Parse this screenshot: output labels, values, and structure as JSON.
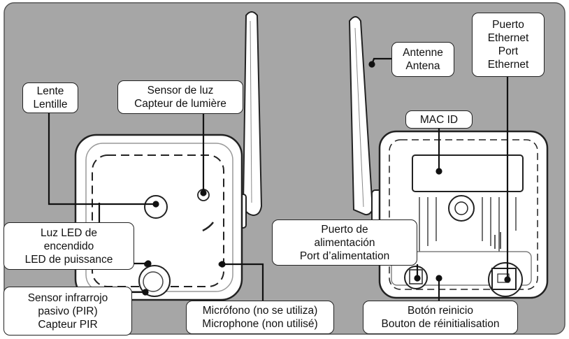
{
  "labels": {
    "lente": [
      "Lente",
      "Lentille"
    ],
    "sensor_luz": [
      "Sensor de luz",
      "Capteur de lumière"
    ],
    "antenne": [
      "Antenne",
      "Antena"
    ],
    "puerto_ethernet": [
      "Puerto",
      "Ethernet",
      "Port",
      "Ethernet"
    ],
    "mac_id": [
      "MAC ID"
    ],
    "luz_led": [
      "Luz LED de",
      "encendido",
      "LED de puissance"
    ],
    "puerto_alimentacion": [
      "Puerto de",
      "alimentación",
      "Port d’alimentation"
    ],
    "sensor_pir": [
      "Sensor infrarrojo",
      "pasivo (PIR)",
      "Capteur PIR"
    ],
    "microfono": [
      "Micrófono (no se utiliza)",
      "Microphone (non utilisé)"
    ],
    "boton_reinicio": [
      "Botón reinicio",
      "Bouton de réinitialisation"
    ]
  },
  "colors": {
    "background_panel": "#a6a6a6",
    "device_fill": "#ffffff",
    "line": "#111111"
  }
}
